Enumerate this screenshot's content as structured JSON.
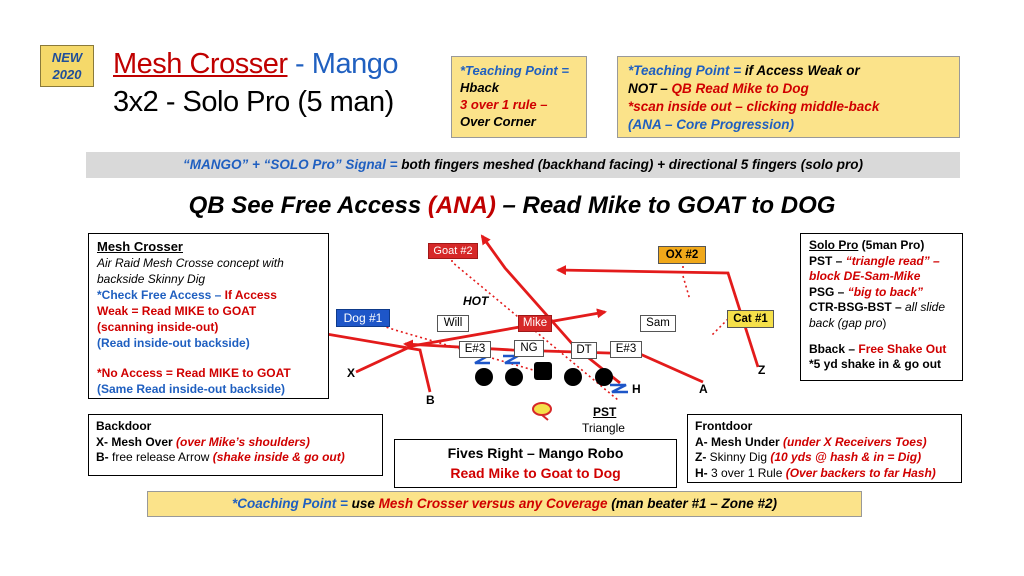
{
  "badge": {
    "line1": "NEW",
    "line2": "2020"
  },
  "title": {
    "mesh": "Mesh Crosser",
    "dash": " - ",
    "mango": "Mango",
    "line2": "3x2 - Solo Pro (5 man)"
  },
  "teaching1": {
    "lead": "*Teaching Point = ",
    "hback": "Hback",
    "rule": "3 over 1 rule –",
    "corner": "Over Corner"
  },
  "teaching2": {
    "lead": "*Teaching Point = ",
    "access": "if Access Weak or",
    "not": "NOT – ",
    "read": "QB Read Mike to Dog",
    "scan": "*scan inside out – clicking middle-back",
    "ana": "(ANA – Core Progression)"
  },
  "signal": {
    "lead": "“MANGO” + “SOLO Pro” Signal = ",
    "text": "both fingers meshed (backhand facing) + directional 5 fingers (solo pro)"
  },
  "headline": {
    "part1": "QB See Free Access ",
    "ana": "(ANA)",
    "part2": " – Read Mike to GOAT to DOG"
  },
  "mesh_box": {
    "title": "Mesh Crosser",
    "desc1": "Air Raid Mesh Crosse concept with",
    "desc2": "backside Skinny Dig",
    "check_a": "*Check Free Access – ",
    "check_b": "If Access",
    "weak": "Weak = Read MIKE to GOAT",
    "scan": "(scanning inside-out)",
    "read": "(Read inside-out backside)",
    "noaccess": "*No Access = Read MIKE to GOAT",
    "same": "(Same Read inside-out backside)"
  },
  "solo_box": {
    "title": "Solo Pro",
    "title2": " (5man Pro)",
    "pst_a": "PST – ",
    "pst_b": "“triangle read” –",
    "pst_c": "block DE-Sam-Mike",
    "psg_a": "PSG – ",
    "psg_b": "“big to back”",
    "ctr_a": "CTR-BSG-BST – ",
    "ctr_b": "all slide",
    "ctr_c": "back (gap pro",
    "ctr_d": ")",
    "bback_a": "Bback – ",
    "bback_b": "Free Shake Out",
    "shake": "*5 yd shake in & go out"
  },
  "back_box": {
    "title": "Backdoor",
    "x_a": "X- Mesh Over ",
    "x_b": "(over Mike’s shoulders)",
    "b_a": "B-",
    "b_b": " free release Arrow ",
    "b_c": "(shake inside & go out)"
  },
  "five_box": {
    "line1": "Fives Right – Mango Robo",
    "line2": "Read Mike to Goat to Dog"
  },
  "front_box": {
    "title": "Frontdoor",
    "a_a": "A- Mesh Under ",
    "a_b": "(under X Receivers Toes)",
    "z_a": "Z-",
    "z_b": " Skinny Dig ",
    "z_c": "(10 yds @ hash & in = Dig)",
    "h_a": "H-",
    "h_b": " 3 over 1 Rule ",
    "h_c": "(Over backers to far Hash)"
  },
  "coach": {
    "lead": "*Coaching Point = ",
    "use": "use ",
    "mesh": "Mesh Crosser versus any Coverage",
    "rest": " (man beater #1 – Zone #2)"
  },
  "field": {
    "goat": "Goat #2",
    "ox": "OX #2",
    "dog": "Dog #1",
    "cat": "Cat #1",
    "hot": "HOT",
    "will": "Will",
    "mike": "Mike",
    "sam": "Sam",
    "e3_left": "E#3",
    "ng": "NG",
    "dt": "DT",
    "e3_right": "E#3",
    "x": "X",
    "z": "Z",
    "h": "H",
    "a": "A",
    "b": "B",
    "pst": "PST",
    "triangle": "Triangle"
  },
  "colors": {
    "route_red": "#e31b1b",
    "defense_red": "#d62828",
    "defense_blue": "#1e56c8",
    "label_yellow": "#f5e04a",
    "label_orange": "#f0a81a",
    "title_red": "#c00000",
    "blue_text": "#1f5fc0",
    "note_yellow": "#fbe38a"
  }
}
